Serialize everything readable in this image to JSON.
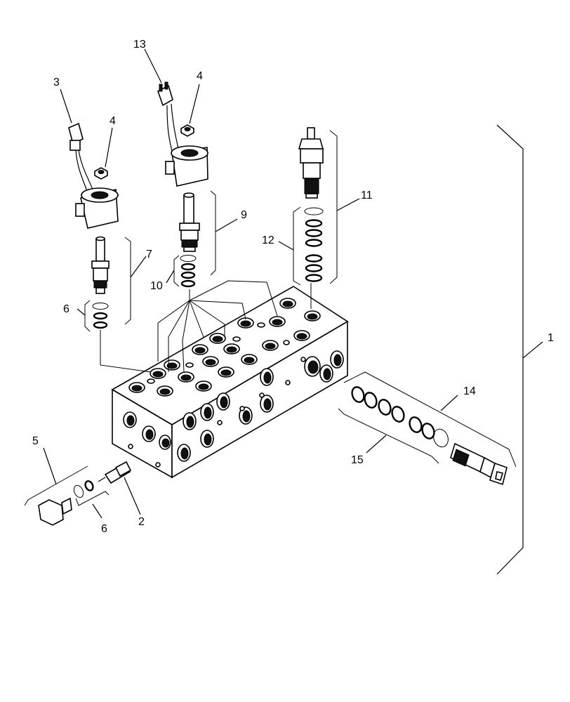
{
  "callouts": {
    "c1": "1",
    "c2": "2",
    "c3": "3",
    "c4a": "4",
    "c4b": "4",
    "c5": "5",
    "c6a": "6",
    "c6b": "6",
    "c7": "7",
    "c9": "9",
    "c10": "10",
    "c11": "11",
    "c12": "12",
    "c13": "13",
    "c14": "14",
    "c15": "15"
  }
}
